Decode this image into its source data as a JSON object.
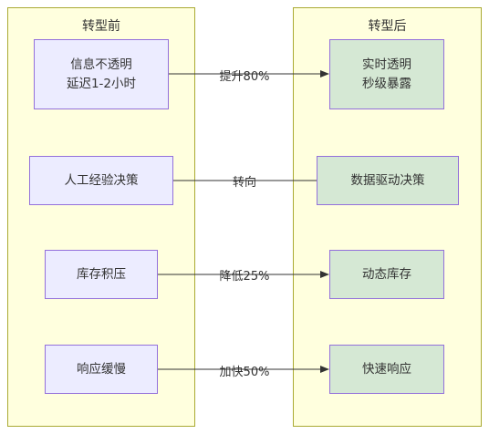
{
  "before": {
    "title": "转型前",
    "nodes": [
      {
        "line1": "信息不透明",
        "line2": "延迟1-2小时"
      },
      {
        "line1": "人工经验决策"
      },
      {
        "line1": "库存积压"
      },
      {
        "line1": "响应缓慢"
      }
    ]
  },
  "after": {
    "title": "转型后",
    "nodes": [
      {
        "line1": "实时透明",
        "line2": "秒级暴露"
      },
      {
        "line1": "数据驱动决策"
      },
      {
        "line1": "动态库存"
      },
      {
        "line1": "快速响应"
      }
    ]
  },
  "edges": [
    {
      "label": "提升80%",
      "arrow": true
    },
    {
      "label": "转向",
      "arrow": false
    },
    {
      "label": "降低25%",
      "arrow": true
    },
    {
      "label": "加快50%",
      "arrow": true
    }
  ],
  "colors": {
    "panel_fill": "#ffffde",
    "panel_border": "#aaaa33",
    "before_fill": "#ececff",
    "after_fill": "#d5e8d4",
    "node_border": "#9370db",
    "edge": "#333333"
  }
}
